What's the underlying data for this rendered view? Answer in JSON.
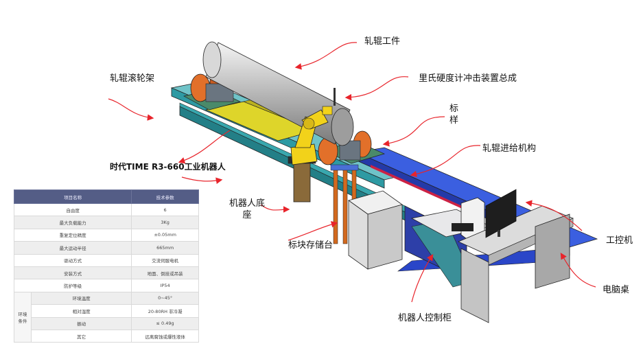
{
  "labels": {
    "workpiece": "轧辊工件",
    "roller_frame": "轧辊滚轮架",
    "hardness_device": "里氏硬度计冲击装置总成",
    "standard_sample": "标\n样",
    "robot": "时代TIME R3-660工业机器人",
    "feed_mechanism": "轧辊进给机构",
    "robot_base": "机器人底\n座",
    "block_storage": "标块存储台",
    "ipc": "工控机",
    "computer_desk": "电脑桌",
    "robot_cabinet": "机器人控制柜"
  },
  "spec_table": {
    "headers": [
      "项目名称",
      "技术参数"
    ],
    "rows": [
      {
        "name": "自由度",
        "value": "6"
      },
      {
        "name": "最大负载能力",
        "value": "3Kg"
      },
      {
        "name": "重复定位精度",
        "value": "±0.05mm"
      },
      {
        "name": "最大运动半径",
        "value": "665mm"
      },
      {
        "name": "驱动方式",
        "value": "交流伺服电机"
      },
      {
        "name": "安装方式",
        "value": "地面、倒挂或吊装"
      },
      {
        "name": "防护等级",
        "value": "IP54"
      }
    ],
    "env_group": "环境\n条件",
    "env_rows": [
      {
        "name": "环境温度",
        "value": "0~45°"
      },
      {
        "name": "相对湿度",
        "value": "20-80RH 非冷凝"
      },
      {
        "name": "振动",
        "value": "≤ 0.49g"
      },
      {
        "name": "其它",
        "value": "远离腐蚀或爆性液体"
      }
    ]
  },
  "colors": {
    "rail_teal": "#2e9aa3",
    "rail_blue": "#2a46c8",
    "platform_yellow": "#ded52a",
    "robot_yellow": "#f2d21a",
    "wheel_orange": "#e2702a",
    "plate_green": "#4a8a6a",
    "annotation_red": "#e8242b",
    "table_header": "#545d86"
  }
}
